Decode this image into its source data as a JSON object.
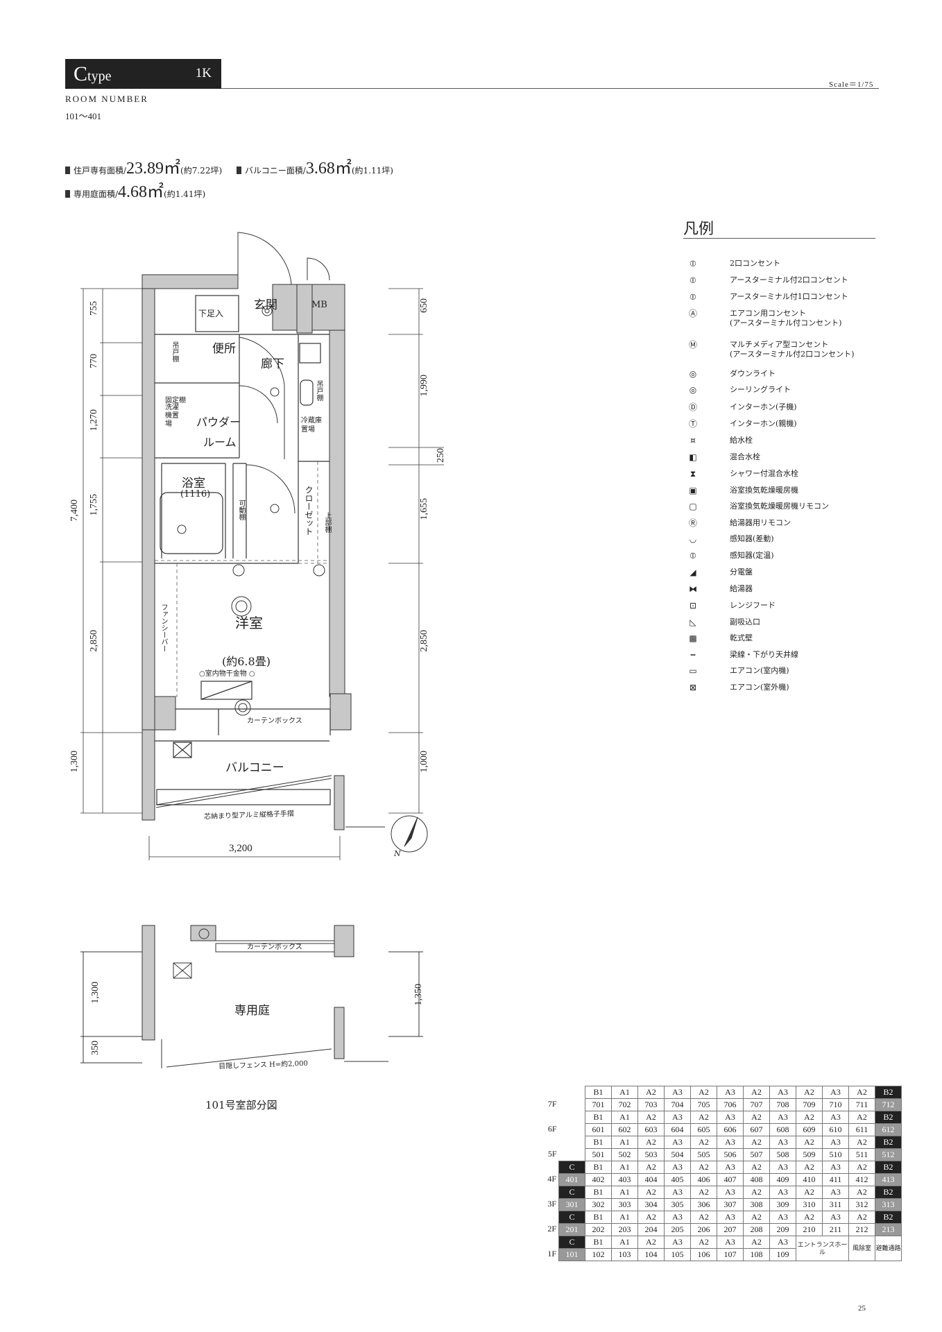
{
  "header": {
    "type_initial": "C",
    "type_rest": "type",
    "layout": "1K",
    "scale": "Scale＝1/75",
    "room_number_label": "ROOM NUMBER",
    "room_range": "101〜401"
  },
  "areas": {
    "dwelling_label": "住戸専有面積/",
    "dwelling_value": "23.89㎡",
    "dwelling_tsubo": "(約7.22坪)",
    "balcony_label": "バルコニー面積/",
    "balcony_value": "3.68㎡",
    "balcony_tsubo": "(約1.11坪)",
    "garden_label": "専用庭面積/",
    "garden_value": "4.68㎡",
    "garden_tsubo": "(約1.41坪)"
  },
  "legend": {
    "title": "凡例",
    "items": [
      {
        "icon": "outlet-2-icon",
        "glyph": "⦶",
        "label": "2口コンセント"
      },
      {
        "icon": "outlet-earth-2-icon",
        "glyph": "⦶",
        "label": "アースターミナル付2口コンセント"
      },
      {
        "icon": "outlet-earth-1-icon",
        "glyph": "⦶",
        "label": "アースターミナル付1口コンセント"
      },
      {
        "icon": "aircon-outlet-icon",
        "glyph": "Ⓐ",
        "label": "エアコン用コンセント",
        "sub": "(アースターミナル付コンセント)"
      },
      {
        "icon": "multimedia-outlet-icon",
        "glyph": "Ⓜ",
        "label": "マルチメディア型コンセント",
        "sub": "(アースターミナル付2口コンセント)"
      },
      {
        "icon": "downlight-icon",
        "glyph": "◎",
        "label": "ダウンライト"
      },
      {
        "icon": "ceiling-light-icon",
        "glyph": "◎",
        "label": "シーリングライト"
      },
      {
        "icon": "intercom-child-icon",
        "glyph": "Ⓓ",
        "label": "インターホン(子機)"
      },
      {
        "icon": "intercom-parent-icon",
        "glyph": "Ⓣ",
        "label": "インターホン(親機)"
      },
      {
        "icon": "water-faucet-icon",
        "glyph": "¤",
        "label": "給水栓"
      },
      {
        "icon": "mixing-faucet-icon",
        "glyph": "◧",
        "label": "混合水栓"
      },
      {
        "icon": "shower-faucet-icon",
        "glyph": "⧗",
        "label": "シャワー付混合水栓"
      },
      {
        "icon": "bath-dryer-icon",
        "glyph": "▣",
        "label": "浴室換気乾燥暖房機"
      },
      {
        "icon": "bath-dryer-remote-icon",
        "glyph": "▢",
        "label": "浴室換気乾燥暖房機リモコン"
      },
      {
        "icon": "water-heater-remote-icon",
        "glyph": "Ⓡ",
        "label": "給湯器用リモコン"
      },
      {
        "icon": "detector-diff-icon",
        "glyph": "◡",
        "label": "感知器(差動)"
      },
      {
        "icon": "detector-fixed-icon",
        "glyph": "⦶",
        "label": "感知器(定温)"
      },
      {
        "icon": "distribution-board-icon",
        "glyph": "◢",
        "label": "分電盤"
      },
      {
        "icon": "water-heater-icon",
        "glyph": "⧓",
        "label": "給湯器"
      },
      {
        "icon": "range-hood-icon",
        "glyph": "⊡",
        "label": "レンジフード"
      },
      {
        "icon": "air-intake-icon",
        "glyph": "◺",
        "label": "副吸込口"
      },
      {
        "icon": "dry-wall-icon",
        "glyph": "▩",
        "label": "乾式壁"
      },
      {
        "icon": "beam-line-icon",
        "glyph": "┅",
        "label": "梁線・下がり天井線"
      },
      {
        "icon": "aircon-indoor-icon",
        "glyph": "▭",
        "label": "エアコン(室内機)"
      },
      {
        "icon": "aircon-outdoor-icon",
        "glyph": "⊠",
        "label": "エアコン(室外機)"
      }
    ]
  },
  "plan": {
    "genkan": "玄関",
    "mb": "MB",
    "shoes": "下足入",
    "benjo": "便所",
    "rouka": "廊下",
    "tsuri_to": "吊戸棚",
    "kotei": "固定棚",
    "sentaku": "洗濯機置場",
    "powder": "パウダー",
    "powder2": "ルーム",
    "fridge": "冷蔵庫置場",
    "yokushitsu": "浴室",
    "yokushitsu_size": "(1116)",
    "kadou": "可動棚",
    "closet": "クローゼット",
    "jobu": "上部棚",
    "youshitsu": "洋室",
    "youshitsu_size": "(約6.8畳)",
    "hoshi": "○室内物干金物 ○",
    "fancy": "ファンシーバー",
    "curtain": "カーテンボックス",
    "balcony": "バルコニー",
    "handrail": "芯納まり型アルミ縦格子手摺",
    "dims_left": [
      "755",
      "770",
      "1,270",
      "1,755",
      "2,850",
      "1,300"
    ],
    "dim_total": "7,400",
    "dims_right": [
      "650",
      "1,990",
      "250",
      "1,655",
      "2,850",
      "1,000"
    ],
    "dim_width": "3,200",
    "north": "N"
  },
  "partial": {
    "curtain": "カーテンボックス",
    "garden": "専用庭",
    "fence": "目隠しフェンス H=約2,000",
    "dims_left": [
      "1,300",
      "350"
    ],
    "dim_right": "1,350",
    "caption": "101号室部分図"
  },
  "units": {
    "rows": [
      {
        "floor": "",
        "cells": [
          [
            "",
            ""
          ],
          [
            "B1",
            ""
          ],
          [
            "A1",
            ""
          ],
          [
            "A2",
            ""
          ],
          [
            "A3",
            ""
          ],
          [
            "A2",
            ""
          ],
          [
            "A3",
            ""
          ],
          [
            "A2",
            ""
          ],
          [
            "A3",
            ""
          ],
          [
            "A2",
            ""
          ],
          [
            "A3",
            ""
          ],
          [
            "A2",
            ""
          ],
          [
            "B2",
            "dk"
          ]
        ]
      },
      {
        "floor": "7F",
        "cells": [
          [
            "",
            ""
          ],
          [
            "701",
            ""
          ],
          [
            "702",
            ""
          ],
          [
            "703",
            ""
          ],
          [
            "704",
            ""
          ],
          [
            "705",
            ""
          ],
          [
            "706",
            ""
          ],
          [
            "707",
            ""
          ],
          [
            "708",
            ""
          ],
          [
            "709",
            ""
          ],
          [
            "710",
            ""
          ],
          [
            "711",
            ""
          ],
          [
            "712",
            "gy"
          ]
        ]
      },
      {
        "floor": "",
        "cells": [
          [
            "",
            ""
          ],
          [
            "B1",
            ""
          ],
          [
            "A1",
            ""
          ],
          [
            "A2",
            ""
          ],
          [
            "A3",
            ""
          ],
          [
            "A2",
            ""
          ],
          [
            "A3",
            ""
          ],
          [
            "A2",
            ""
          ],
          [
            "A3",
            ""
          ],
          [
            "A2",
            ""
          ],
          [
            "A3",
            ""
          ],
          [
            "A2",
            ""
          ],
          [
            "B2",
            "dk"
          ]
        ]
      },
      {
        "floor": "6F",
        "cells": [
          [
            "",
            ""
          ],
          [
            "601",
            ""
          ],
          [
            "602",
            ""
          ],
          [
            "603",
            ""
          ],
          [
            "604",
            ""
          ],
          [
            "605",
            ""
          ],
          [
            "606",
            ""
          ],
          [
            "607",
            ""
          ],
          [
            "608",
            ""
          ],
          [
            "609",
            ""
          ],
          [
            "610",
            ""
          ],
          [
            "611",
            ""
          ],
          [
            "612",
            "gy"
          ]
        ]
      },
      {
        "floor": "",
        "cells": [
          [
            "",
            ""
          ],
          [
            "B1",
            ""
          ],
          [
            "A1",
            ""
          ],
          [
            "A2",
            ""
          ],
          [
            "A3",
            ""
          ],
          [
            "A2",
            ""
          ],
          [
            "A3",
            ""
          ],
          [
            "A2",
            ""
          ],
          [
            "A3",
            ""
          ],
          [
            "A2",
            ""
          ],
          [
            "A3",
            ""
          ],
          [
            "A2",
            ""
          ],
          [
            "B2",
            "dk"
          ]
        ]
      },
      {
        "floor": "5F",
        "cells": [
          [
            "",
            ""
          ],
          [
            "501",
            ""
          ],
          [
            "502",
            ""
          ],
          [
            "503",
            ""
          ],
          [
            "504",
            ""
          ],
          [
            "505",
            ""
          ],
          [
            "506",
            ""
          ],
          [
            "507",
            ""
          ],
          [
            "508",
            ""
          ],
          [
            "509",
            ""
          ],
          [
            "510",
            ""
          ],
          [
            "511",
            ""
          ],
          [
            "512",
            "gy"
          ]
        ]
      },
      {
        "floor": "",
        "cells": [
          [
            "C",
            "dk"
          ],
          [
            "B1",
            ""
          ],
          [
            "A1",
            ""
          ],
          [
            "A2",
            ""
          ],
          [
            "A3",
            ""
          ],
          [
            "A2",
            ""
          ],
          [
            "A3",
            ""
          ],
          [
            "A2",
            ""
          ],
          [
            "A3",
            ""
          ],
          [
            "A2",
            ""
          ],
          [
            "A3",
            ""
          ],
          [
            "A2",
            ""
          ],
          [
            "B2",
            "dk"
          ]
        ]
      },
      {
        "floor": "4F",
        "cells": [
          [
            "401",
            "gy"
          ],
          [
            "402",
            ""
          ],
          [
            "403",
            ""
          ],
          [
            "404",
            ""
          ],
          [
            "405",
            ""
          ],
          [
            "406",
            ""
          ],
          [
            "407",
            ""
          ],
          [
            "408",
            ""
          ],
          [
            "409",
            ""
          ],
          [
            "410",
            ""
          ],
          [
            "411",
            ""
          ],
          [
            "412",
            ""
          ],
          [
            "413",
            "gy"
          ]
        ]
      },
      {
        "floor": "",
        "cells": [
          [
            "C",
            "dk"
          ],
          [
            "B1",
            ""
          ],
          [
            "A1",
            ""
          ],
          [
            "A2",
            ""
          ],
          [
            "A3",
            ""
          ],
          [
            "A2",
            ""
          ],
          [
            "A3",
            ""
          ],
          [
            "A2",
            ""
          ],
          [
            "A3",
            ""
          ],
          [
            "A2",
            ""
          ],
          [
            "A3",
            ""
          ],
          [
            "A2",
            ""
          ],
          [
            "B2",
            "dk"
          ]
        ]
      },
      {
        "floor": "3F",
        "cells": [
          [
            "301",
            "gy"
          ],
          [
            "302",
            ""
          ],
          [
            "303",
            ""
          ],
          [
            "304",
            ""
          ],
          [
            "305",
            ""
          ],
          [
            "306",
            ""
          ],
          [
            "307",
            ""
          ],
          [
            "308",
            ""
          ],
          [
            "309",
            ""
          ],
          [
            "310",
            ""
          ],
          [
            "311",
            ""
          ],
          [
            "312",
            ""
          ],
          [
            "313",
            "gy"
          ]
        ]
      },
      {
        "floor": "",
        "cells": [
          [
            "C",
            "dk"
          ],
          [
            "B1",
            ""
          ],
          [
            "A1",
            ""
          ],
          [
            "A2",
            ""
          ],
          [
            "A3",
            ""
          ],
          [
            "A2",
            ""
          ],
          [
            "A3",
            ""
          ],
          [
            "A2",
            ""
          ],
          [
            "A3",
            ""
          ],
          [
            "A2",
            ""
          ],
          [
            "A3",
            ""
          ],
          [
            "A2",
            ""
          ],
          [
            "B2",
            "dk"
          ]
        ]
      },
      {
        "floor": "2F",
        "cells": [
          [
            "201",
            "gy"
          ],
          [
            "202",
            ""
          ],
          [
            "203",
            ""
          ],
          [
            "204",
            ""
          ],
          [
            "205",
            ""
          ],
          [
            "206",
            ""
          ],
          [
            "207",
            ""
          ],
          [
            "208",
            ""
          ],
          [
            "209",
            ""
          ],
          [
            "210",
            ""
          ],
          [
            "211",
            ""
          ],
          [
            "212",
            ""
          ],
          [
            "213",
            "gy"
          ]
        ]
      },
      {
        "floor": "",
        "cells": [
          [
            "C",
            "dk"
          ],
          [
            "B1",
            ""
          ],
          [
            "A1",
            ""
          ],
          [
            "A2",
            ""
          ],
          [
            "A3",
            ""
          ],
          [
            "A2",
            ""
          ],
          [
            "A3",
            ""
          ],
          [
            "A2",
            ""
          ],
          [
            "A3",
            ""
          ]
        ]
      },
      {
        "floor": "1F",
        "cells": [
          [
            "101",
            "gy"
          ],
          [
            "102",
            ""
          ],
          [
            "103",
            ""
          ],
          [
            "104",
            ""
          ],
          [
            "105",
            ""
          ],
          [
            "106",
            ""
          ],
          [
            "107",
            ""
          ],
          [
            "108",
            ""
          ],
          [
            "109",
            ""
          ]
        ]
      }
    ],
    "entrance_hall": "エントランスホール",
    "windbreak": "風除室",
    "evacuation": "避難通路"
  },
  "page_number": "25"
}
